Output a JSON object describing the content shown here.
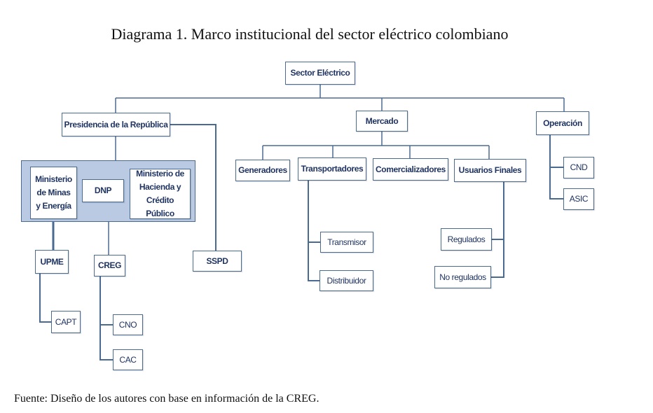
{
  "title": "Diagrama 1. Marco institucional del sector eléctrico colombiano",
  "source": "Fuente: Diseño de los autores con base en información de la CREG.",
  "nodes": {
    "sector": "Sector Eléctrico",
    "presidencia": "Presidencia de la República",
    "mercado": "Mercado",
    "operacion": "Operación",
    "minminas": "Ministerio de Minas y Energía",
    "dnp": "DNP",
    "hacienda": "Ministerio de Hacienda y Crédito Público",
    "upme": "UPME",
    "creg": "CREG",
    "sspd": "SSPD",
    "capt": "CAPT",
    "cno": "CNO",
    "cac": "CAC",
    "generadores": "Generadores",
    "transportadores": "Transportadores",
    "comercializadores": "Comercializadores",
    "usuarios": "Usuarios Finales",
    "transmisor": "Transmisor",
    "distribuidor": "Distribuidor",
    "regulados": "Regulados",
    "noregulados": "No regulados",
    "cnd": "CND",
    "asic": "ASIC"
  },
  "colors": {
    "line": "#4b6a92",
    "text": "#1f3461",
    "group_fill": "#b9cae2"
  }
}
